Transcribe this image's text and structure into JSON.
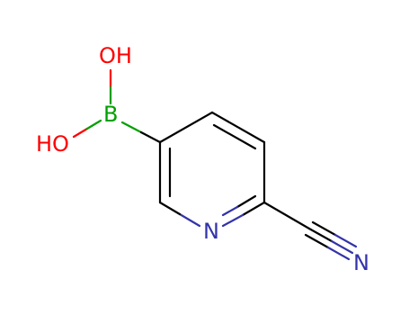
{
  "molecule": {
    "atoms": {
      "hydroxyl_top": "OH",
      "boron": "B",
      "hydroxyl_left": "HO",
      "ring_nitrogen": "N",
      "nitrile_nitrogen": "N"
    },
    "colors": {
      "bond": "#000000",
      "oxygen": "#ff0000",
      "boron": "#00a000",
      "nitrogen": "#3333aa",
      "background": "#ffffff"
    }
  }
}
